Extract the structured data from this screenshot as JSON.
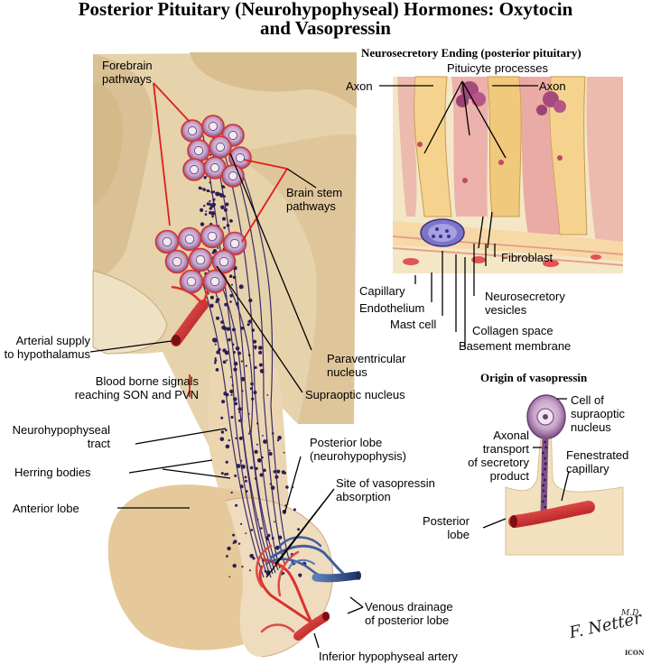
{
  "title_line1": "Posterior Pituitary (Neurohypophyseal) Hormones: Oxytocin",
  "title_line2": "and Vasopressin",
  "inset_top_title": "Neurosecretory Ending (posterior pituitary)",
  "inset_bottom_title": "Origin of vasopressin",
  "labels": {
    "forebrain_1": "Forebrain",
    "forebrain_2": "pathways",
    "brainstem_1": "Brain stem",
    "brainstem_2": "pathways",
    "arterial_1": "Arterial supply",
    "arterial_2": "to hypothalamus",
    "blood_1": "Blood borne signals",
    "blood_2": "reaching SON and PVN",
    "tract_1": "Neurohypophyseal",
    "tract_2": "tract",
    "herring": "Herring bodies",
    "anterior": "Anterior lobe",
    "pvn_1": "Paraventricular",
    "pvn_2": "nucleus",
    "son": "Supraoptic nucleus",
    "post_1": "Posterior lobe",
    "post_2": "(neurohypophysis)",
    "site_1": "Site of vasopressin",
    "site_2": "absorption",
    "venous_1": "Venous drainage",
    "venous_2": "of posterior lobe",
    "inferior": "Inferior hypophyseal artery",
    "pituicyte": "Pituicyte processes",
    "axon_l": "Axon",
    "axon_r": "Axon",
    "capillary": "Capillary",
    "endothelium": "Endothelium",
    "mast": "Mast cell",
    "fibroblast": "Fibroblast",
    "nsv_1": "Neurosecretory",
    "nsv_2": "vesicles",
    "collagen": "Collagen space",
    "basement": "Basement membrane",
    "cell_1": "Cell of",
    "cell_2": "supraoptic",
    "cell_3": "nucleus",
    "axonal_1": "Axonal",
    "axonal_2": "transport",
    "axonal_3": "of secretory",
    "axonal_4": "product",
    "fen_1": "Fenestrated",
    "fen_2": "capillary",
    "plobe_1": "Posterior",
    "plobe_2": "lobe",
    "sig_1": "F. Netter",
    "sig_2": "M.D.",
    "icon_mark": "ICON"
  }
}
